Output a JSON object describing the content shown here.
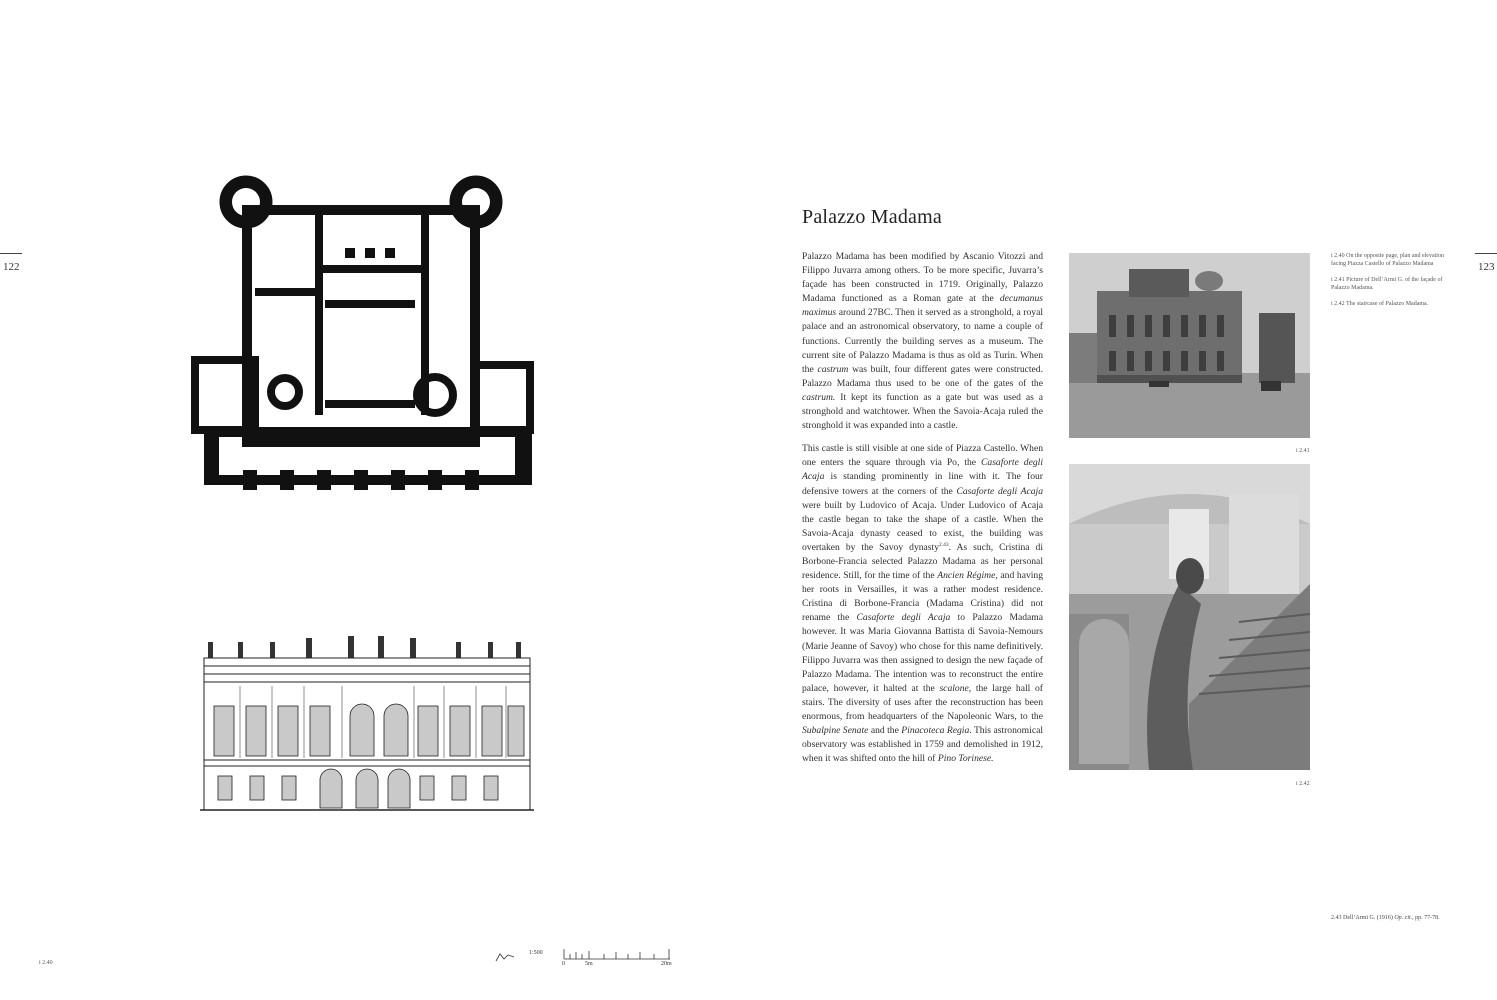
{
  "pages": {
    "left_number": "122",
    "right_number": "123",
    "left_label": "i 2.40"
  },
  "article": {
    "title": "Palazzo Madama",
    "p1": [
      {
        "t": "Palazzo Madama has been modified by Ascanio Vitozzi and Filippo Juvarra among others. To be more specific, Juvarra’s façade has been constructed in 1719. Originally, Palazzo Madama functioned as a Roman gate at the "
      },
      {
        "t": "decumanus maximus",
        "i": true
      },
      {
        "t": " around 27BC. Then it served as a stronghold, a royal palace and an astronomical observatory, to name a couple of functions. Currently the building serves as a museum. The current site of Palazzo Madama is thus as old as Turin. When the "
      },
      {
        "t": "castrum",
        "i": true
      },
      {
        "t": " was built, four different gates were constructed. Palazzo Madama thus used to be one of the gates of the "
      },
      {
        "t": "castrum.",
        "i": true
      },
      {
        "t": " It kept its function as a gate but was used as a stronghold and watchtower. When the Savoia-Acaja ruled the stronghold it was expanded into a castle."
      }
    ],
    "p2": [
      {
        "t": "This castle is still visible at one side of Piazza Castello. When one enters the square through via Po, the "
      },
      {
        "t": "Casaforte degli Acaja",
        "i": true
      },
      {
        "t": " is standing prominently in line with it. The four defensive towers at the corners of the "
      },
      {
        "t": "Casaforte degli Acaja",
        "i": true
      },
      {
        "t": " were built by Ludovico of Acaja. Under Ludovico of Acaja the castle began to take the shape of a castle. When the Savoia-Acaja dynasty ceased to exist, the building was overtaken by the Savoy dynasty"
      },
      {
        "t": "2.43",
        "sup": true
      },
      {
        "t": ". As such, Cristina di Borbone-Francia selected Palazzo Madama as her personal residence. Still, for the time of the "
      },
      {
        "t": "Ancien Régime,",
        "i": true
      },
      {
        "t": " and having her roots in Versailles, it was a rather modest residence. Cristina di Borbone-Francia (Madama Cristina) did not rename the "
      },
      {
        "t": "Casaforte degli Acaja",
        "i": true
      },
      {
        "t": " to Palazzo Madama however. It was Maria Giovanna Battista di Savoia-Nemours (Marie Jeanne of Savoy) who chose for this name definitively. Filippo Juvarra was then assigned to design the new façade of Palazzo Madama. The intention was to reconstruct the entire palace, however, it halted at the "
      },
      {
        "t": "scalone",
        "i": true
      },
      {
        "t": ", the large hall of stairs. The diversity of uses after the reconstruction has been enormous, from headquarters of the Napoleonic Wars, to the "
      },
      {
        "t": "Subalpine Senate",
        "i": true
      },
      {
        "t": " and the "
      },
      {
        "t": "Pinacoteca Regia",
        "i": true
      },
      {
        "t": ". This astronomical observatory was established in 1759 and demolished in 1912, when it was shifted onto the hill of "
      },
      {
        "t": "Pino Torinese.",
        "i": true
      }
    ]
  },
  "captions": {
    "c1": "i 2.40 On the opposite page, plan and elevation facing Piazza Castello of Palazzo Madama",
    "c2": "i 2.41 Picture of Dell’Armi G. of the façade of Palazzo Madama.",
    "c3": "i 2.42 The staircase of Palazzo Madama."
  },
  "figures": {
    "photo1_label": "i 2.41",
    "photo2_label": "i 2.42"
  },
  "scale": {
    "ratio": "1:500",
    "tick_0": "0",
    "tick_5": "5m",
    "tick_20": "20m"
  },
  "footnote": {
    "before": "2.43 Dell’Armi G. (1916) ",
    "italic": "Op. cit.",
    "after": ", pp. 77-78."
  }
}
